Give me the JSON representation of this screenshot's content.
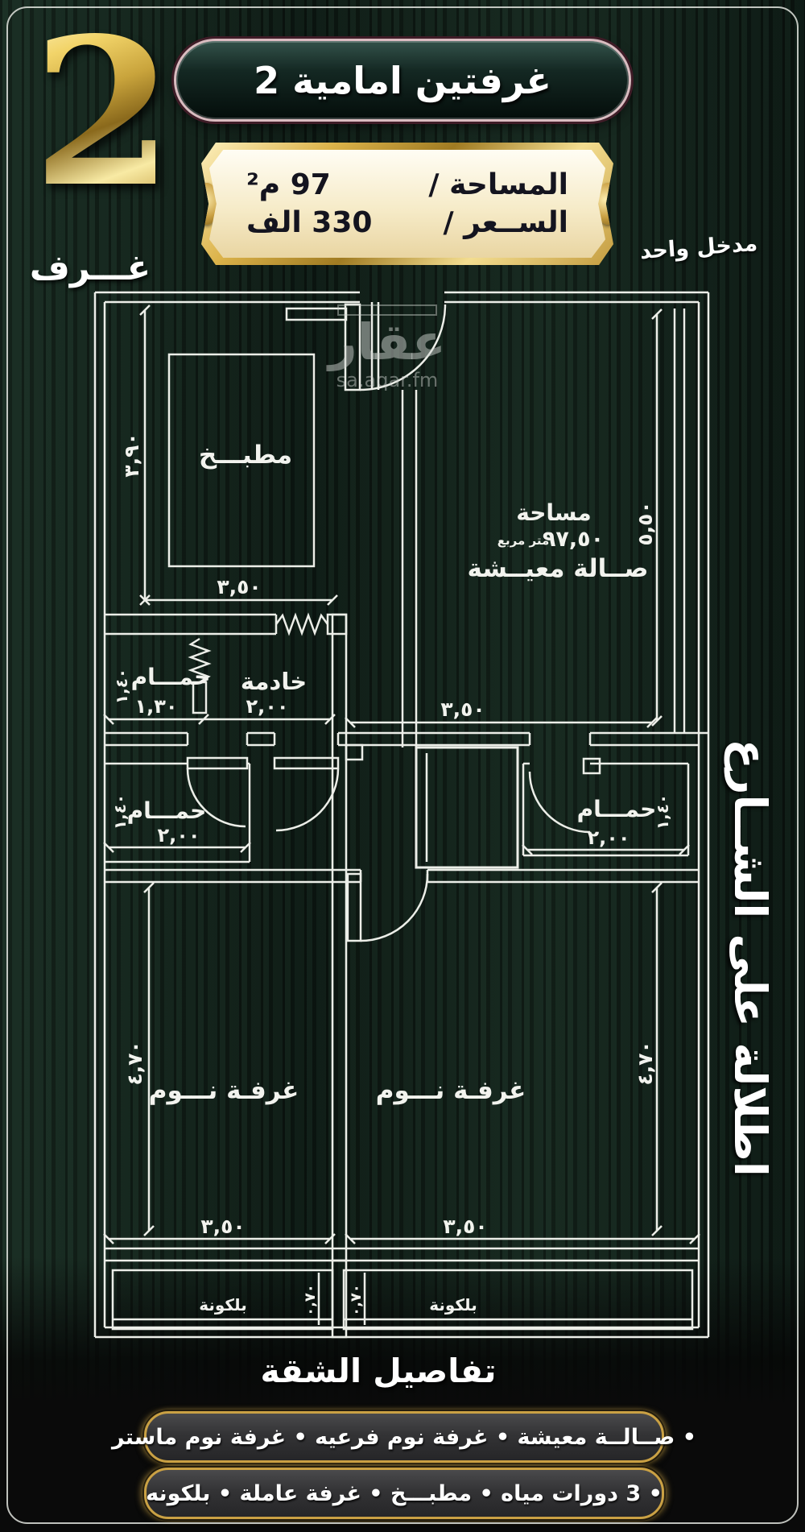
{
  "header": {
    "big_number": "2",
    "big_number_caption": "غـــرف",
    "banner_title": "2 غرفتين  امامية",
    "plate": {
      "area_label": "المساحة /",
      "area_value": "97 م²",
      "price_label": "الســعر /",
      "price_value": "330 الف"
    },
    "entrance_note": "مدخل واحد"
  },
  "side_note": "اطلالة على الشــارع",
  "watermark": {
    "logo": "عقار",
    "url": "sa.aqar.fm"
  },
  "plan": {
    "labels": {
      "kitchen": "مطبـــخ",
      "maid": "خادمة",
      "bath": "حمـــام",
      "living": "صــالة معيــشة",
      "living_area_word": "مساحة",
      "living_area_value": "٩٧,٥٠",
      "living_area_unit": "متر مربع",
      "bedroom": "غرفـة نـــوم",
      "balcony": "بلكونة"
    },
    "dims": {
      "kitchen_height": "٣,٩٠",
      "kitchen_width": "٣,٥٠",
      "upper_bath_width": "١,٣٠",
      "maid_width": "٢,٠٠",
      "bath_depth": "١,٤٠",
      "bath_width": "٢,٠٠",
      "hall_width": "٣,٥٠",
      "living_height": "٥,٥٠",
      "bedroom_height": "٤,٧٠",
      "bedroom_width": "٣,٥٠",
      "balcony_depth": "٠,٧٠"
    }
  },
  "footer": {
    "details_title": "تفاصيل الشقة",
    "line1": "• صــالــة معيشة  • غرفة نوم فرعيه • غرفة نوم ماستر",
    "line2": "• 3 دورات مياه   • مطبـــخ   • غرفة عاملة   • بلكونه"
  }
}
